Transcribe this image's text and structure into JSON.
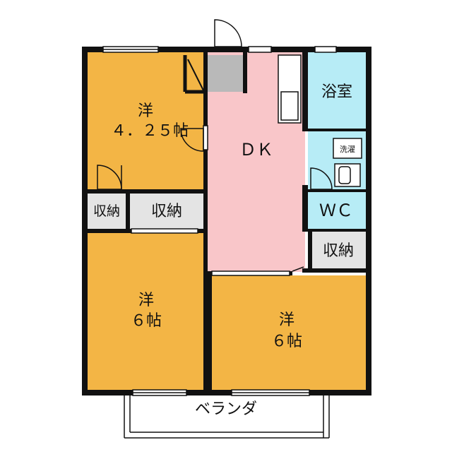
{
  "colors": {
    "wall": "#111111",
    "western_room": "#f3b545",
    "dk": "#f9c6c9",
    "bath": "#b7ecf6",
    "storage": "#e4e4e4",
    "entrance": "#b9b9b9",
    "background": "#ffffff"
  },
  "rooms": {
    "bedroom_small": {
      "type": "洋",
      "size": "４．２５帖"
    },
    "bedroom_left": {
      "type": "洋",
      "size": "６帖"
    },
    "bedroom_right": {
      "type": "洋",
      "size": "６帖"
    },
    "dk": "ＤＫ",
    "bath": "浴室",
    "laundry": "洗濯",
    "toilet": "ＷＣ",
    "storage": "収納",
    "balcony": "ベランダ"
  }
}
